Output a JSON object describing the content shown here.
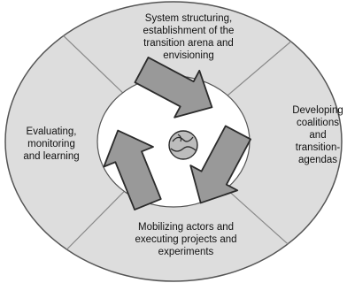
{
  "diagram": {
    "segments": {
      "top": "System structuring,\nestablishment of the\ntransition arena and\nenvisioning",
      "right": "Developing\ncoalitions\nand\ntransition-\nagendas",
      "bottom": "Mobilizing actors and\nexecuting projects and\nexperiments",
      "left": "Evaluating,\nmonitoring\nand learning"
    },
    "center_icon": "recycle-cycle-icon",
    "center_symbol": "globe-icon",
    "colors": {
      "ring_fill": "#dddddd",
      "ring_stroke": "#555555",
      "inner_disk": "#ffffff",
      "arrow_fill": "#999999",
      "arrow_stroke": "#2b2b2b"
    }
  }
}
